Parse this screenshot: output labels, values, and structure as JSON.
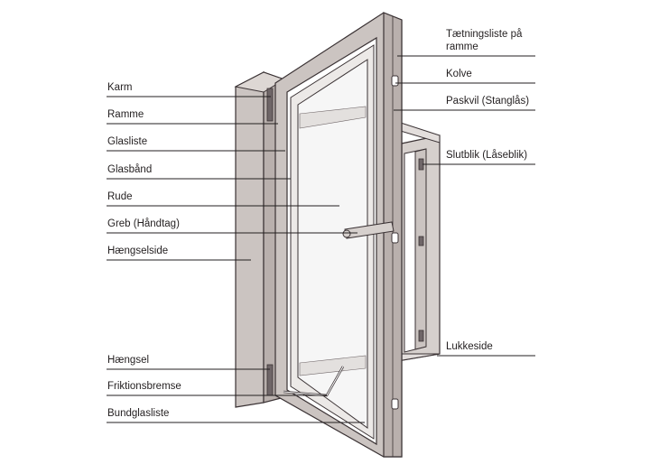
{
  "colors": {
    "frame_fill": "#cbc4c1",
    "frame_dark": "#a99f9c",
    "outline": "#3a3234",
    "glass": "#f4f4f4",
    "leader": "#231f20",
    "text": "#231f20"
  },
  "labels_left": [
    {
      "key": "karm",
      "text": "Karm"
    },
    {
      "key": "ramme",
      "text": "Ramme"
    },
    {
      "key": "glasliste",
      "text": "Glasliste"
    },
    {
      "key": "glasbaand",
      "text": "Glasbånd"
    },
    {
      "key": "rude",
      "text": "Rude"
    },
    {
      "key": "greb",
      "text": "Greb (Håndtag)"
    },
    {
      "key": "haengselside",
      "text": "Hængselside"
    },
    {
      "key": "haengsel",
      "text": "Hængsel"
    },
    {
      "key": "friktionsbremse",
      "text": "Friktionsbremse"
    },
    {
      "key": "bundglasliste",
      "text": "Bundglasliste"
    }
  ],
  "labels_right": [
    {
      "key": "taetningsliste",
      "text": "Tætningsliste på ramme"
    },
    {
      "key": "kolve",
      "text": "Kolve"
    },
    {
      "key": "paskvil",
      "text": "Paskvil (Stanglås)"
    },
    {
      "key": "slutblik",
      "text": "Slutblik (Låseblik)"
    },
    {
      "key": "lukkeside",
      "text": "Lukkeside"
    }
  ]
}
